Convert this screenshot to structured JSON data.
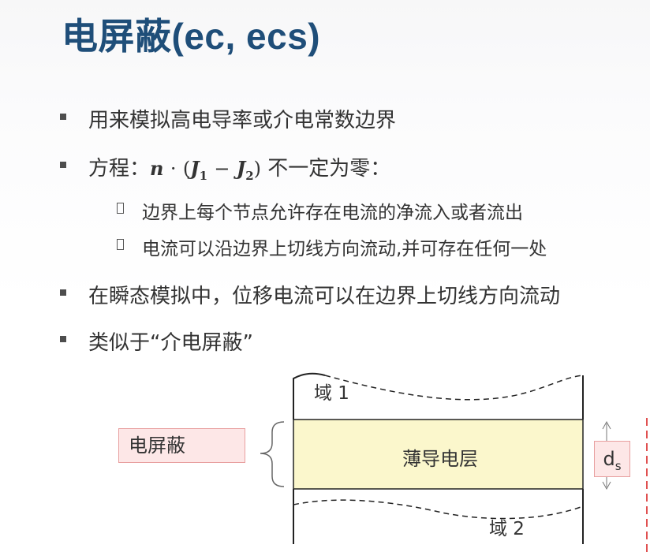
{
  "title": "电屏蔽(ec, ecs)",
  "bullets": {
    "b1": "用来模拟高电导率或介电常数边界",
    "b2_prefix": "方程：",
    "b2_suffix": "不一定为零：",
    "b2_sub1": "边界上每个节点允许存在电流的净流入或者流出",
    "b2_sub2": "电流可以沿边界上切线方向流动,并可存在任何一处",
    "b3": "在瞬态模拟中，位移电流可以在边界上切线方向流动",
    "b4": "类似于“介电屏蔽”"
  },
  "equation": {
    "n": "n",
    "dot": "·",
    "open": "(",
    "j": "J",
    "sub1": "1",
    "minus": "−",
    "sub2": "2",
    "close": ")"
  },
  "diagram": {
    "domain1": "域 1",
    "domain2": "域 2",
    "layer": "薄导电层",
    "shield_label": "电屏蔽",
    "thickness_label": "d",
    "thickness_sub": "s",
    "colors": {
      "layer_fill": "#fbf7cc",
      "label_fill": "#fde7e7",
      "label_border": "#e8a0a0",
      "title_color": "#1f4e79"
    }
  }
}
